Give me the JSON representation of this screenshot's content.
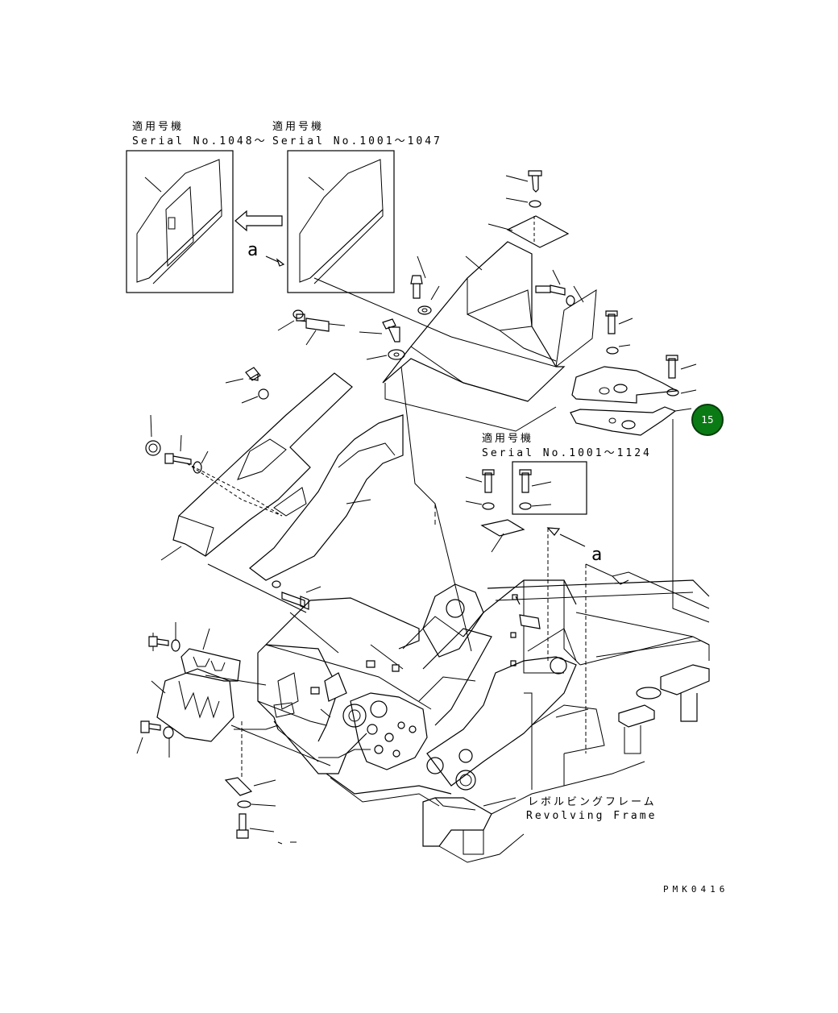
{
  "serial_left": {
    "jp": "適用号機",
    "serial": "Serial No.1048～"
  },
  "serial_mid": {
    "jp": "適用号機",
    "serial": "Serial No.1001～1047"
  },
  "serial_right": {
    "jp": "適用号機",
    "serial": "Serial No.1001～1124"
  },
  "view_marker_a": "a",
  "frame_label": {
    "jp": "レボルビングフレーム",
    "en": "Revolving Frame"
  },
  "drawing_code": "PMK0416",
  "callout": {
    "number": "15",
    "color": "#0a7a14"
  }
}
